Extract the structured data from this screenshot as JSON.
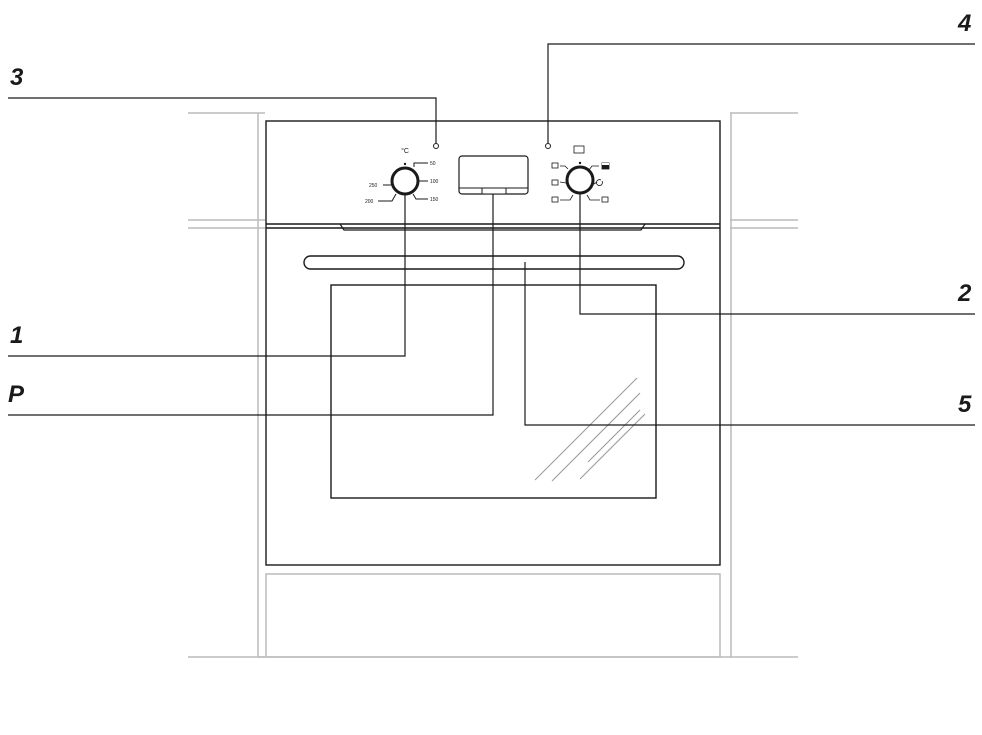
{
  "callouts": {
    "temperature_knob": "1",
    "function_knob": "2",
    "temp_indicator": "3",
    "function_indicator": "4",
    "door_handle": "5",
    "programmer": "P"
  },
  "temperature_dial": {
    "unit": "°C",
    "scale": [
      "50",
      "100",
      "150",
      "200",
      "250"
    ]
  },
  "colors": {
    "line": "#1a1a1a",
    "cabinet": "#bbbbbb",
    "glass": "#999999"
  }
}
